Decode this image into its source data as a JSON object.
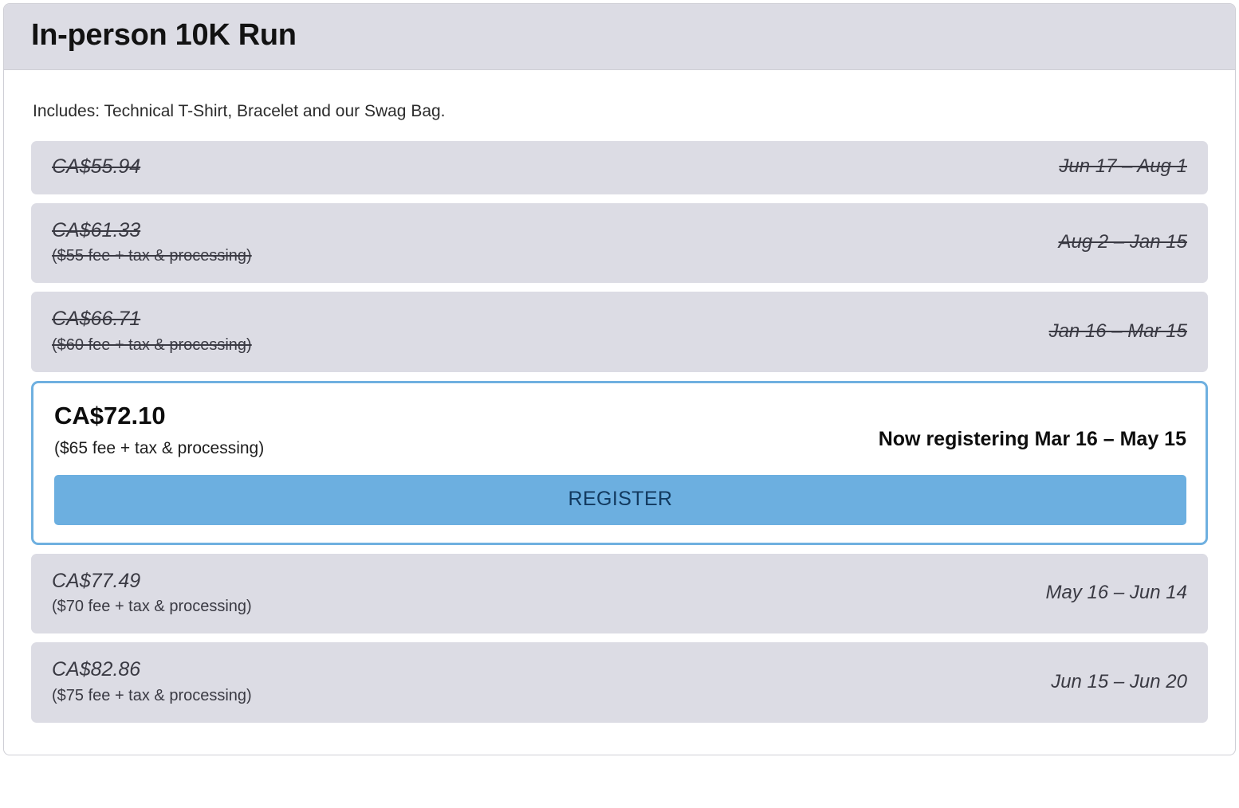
{
  "header": {
    "title": "In-person 10K Run"
  },
  "body": {
    "includes": "Includes: Technical T-Shirt, Bracelet and our Swag Bag."
  },
  "colors": {
    "row_background": "#dcdce4",
    "header_background": "#dcdce4",
    "active_border": "#6fb0e0",
    "register_button_background": "#6cafe0",
    "register_button_text": "#12395e",
    "panel_border": "#cfcfd6"
  },
  "register_button": {
    "label": "REGISTER"
  },
  "tiers": [
    {
      "price": "CA$55.94",
      "fee": "",
      "dates": "Jun 17 – Aug 1",
      "state": "expired"
    },
    {
      "price": "CA$61.33",
      "fee": "($55 fee + tax & processing)",
      "dates": "Aug 2 – Jan 15",
      "state": "expired"
    },
    {
      "price": "CA$66.71",
      "fee": "($60 fee + tax & processing)",
      "dates": "Jan 16 – Mar 15",
      "state": "expired"
    },
    {
      "price": "CA$72.10",
      "fee": "($65 fee + tax & processing)",
      "dates": "Now registering Mar 16 – May 15",
      "state": "active"
    },
    {
      "price": "CA$77.49",
      "fee": "($70 fee + tax & processing)",
      "dates": "May 16 – Jun 14",
      "state": "upcoming"
    },
    {
      "price": "CA$82.86",
      "fee": "($75 fee + tax & processing)",
      "dates": "Jun 15 – Jun 20",
      "state": "upcoming"
    }
  ]
}
